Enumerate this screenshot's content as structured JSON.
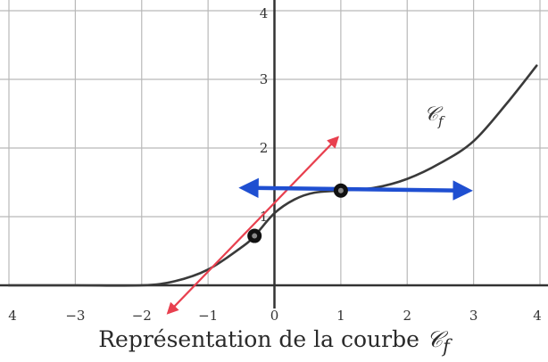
{
  "caption": {
    "text": "Représentation de la courbe ",
    "symbol": "𝒞",
    "subscript": "f"
  },
  "chart_data": {
    "type": "line",
    "title": "Représentation de la courbe 𝒞f",
    "xlabel": "",
    "ylabel": "",
    "xlim": [
      -4,
      4
    ],
    "ylim": [
      0,
      4
    ],
    "x_ticks": [
      "4",
      "−3",
      "−2",
      "−1",
      "0",
      "1",
      "2",
      "3",
      "4"
    ],
    "x_tick_values": [
      -4,
      -3,
      -2,
      -1,
      0,
      1,
      2,
      3,
      4
    ],
    "y_ticks": [
      "1",
      "2",
      "3",
      "4"
    ],
    "y_tick_values": [
      1,
      2,
      3,
      4
    ],
    "grid": true,
    "series": [
      {
        "name": "𝒞f",
        "label_symbol": "𝒞",
        "label_subscript": "f",
        "color": "#3a3a3a",
        "x": [
          -4,
          -3,
          -2,
          -1.5,
          -1,
          -0.5,
          -0.3,
          0,
          0.3,
          0.6,
          1,
          1.5,
          2,
          2.5,
          3,
          3.5,
          3.95
        ],
        "y": [
          0,
          0,
          0,
          0.06,
          0.23,
          0.55,
          0.72,
          1.05,
          1.25,
          1.35,
          1.38,
          1.42,
          1.55,
          1.78,
          2.1,
          2.65,
          3.2
        ]
      }
    ],
    "points": [
      {
        "x": -0.3,
        "y": 0.72,
        "color": "#111111"
      },
      {
        "x": 1.0,
        "y": 1.38,
        "color": "#111111"
      }
    ],
    "tangents": [
      {
        "color": "#e8404f",
        "from": [
          -1.6,
          -0.4
        ],
        "to": [
          0.95,
          2.15
        ],
        "arrows": "both"
      },
      {
        "color": "#1f4fd1",
        "from": [
          -0.45,
          1.42
        ],
        "to": [
          2.9,
          1.38
        ],
        "arrows": "both"
      }
    ]
  }
}
